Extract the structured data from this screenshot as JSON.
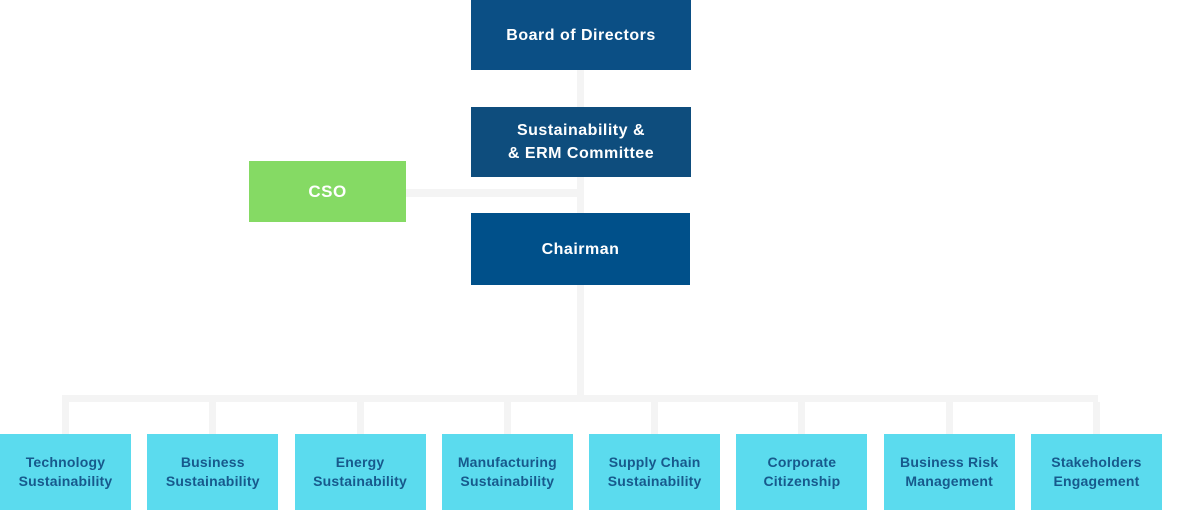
{
  "colors": {
    "background": "#ffffff",
    "connector": "#f4f4f4",
    "board_fill": "#0b4f85",
    "committee_fill": "#0e4d7d",
    "chairman_fill": "#00508a",
    "cso_fill": "#85da64",
    "node_text": "#ffffff",
    "department_fill": "#5bdbee",
    "department_text": "#17598c"
  },
  "nodes": {
    "board": {
      "label": "Board of Directors"
    },
    "committee": {
      "line1": "Sustainability &",
      "line2": "& ERM Committee"
    },
    "cso": {
      "label": "CSO"
    },
    "chairman": {
      "label": "Chairman"
    }
  },
  "departments": [
    {
      "line1": "Technology",
      "line2": "Sustainability"
    },
    {
      "line1": "Business",
      "line2": "Sustainability"
    },
    {
      "line1": "Energy",
      "line2": "Sustainability"
    },
    {
      "line1": "Manufacturing",
      "line2": "Sustainability"
    },
    {
      "line1": "Supply Chain",
      "line2": "Sustainability"
    },
    {
      "line1": "Corporate",
      "line2": "Citizenship"
    },
    {
      "line1": "Business Risk",
      "line2": "Management"
    },
    {
      "line1": "Stakeholders",
      "line2": "Engagement"
    }
  ]
}
